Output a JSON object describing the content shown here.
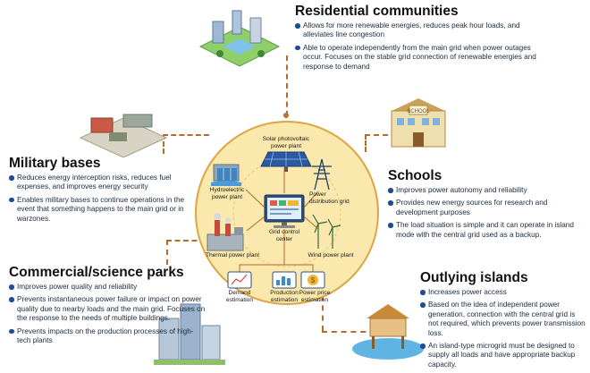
{
  "residential": {
    "title": "Residential communities",
    "bullets": [
      "Allows for more renewable energies, reduces peak hour loads, and alleviates line congestion",
      "Able to operate independently from the main grid when power outages occur. Focuses on the stable grid connection of renewable energies and response to demand"
    ]
  },
  "military": {
    "title": "Military bases",
    "bullets": [
      "Reduces energy interception risks, reduces fuel expenses, and improves energy security",
      "Enables military bases to continue operations in the event that something happens to the main grid or in warzones."
    ]
  },
  "schools": {
    "title": "Schools",
    "bullets": [
      "Improves power autonomy and reliability",
      "Provides new energy sources for research and development purposes",
      "The load situation is simple and it can operate in island mode with the central grid used as a backup."
    ]
  },
  "commercial": {
    "title": "Commercial/science parks",
    "bullets": [
      "Improves power quality and reliability",
      "Prevents instantaneous power failure or impact on power quality due to nearby loads and the main grid. Focuses on the response to the needs of multiple buildings.",
      "Prevents impacts on the production processes of high-tech plants"
    ]
  },
  "islands": {
    "title": "Outlying islands",
    "bullets": [
      "Increases power access",
      "Based on the idea of independent power generation, connection with the central grid is not required, which prevents power transmission loss.",
      "An island-type microgrid must be designed to supply all loads and have appropriate backup capacity."
    ]
  },
  "hub": {
    "solar": "Solar photovoltaic power plant",
    "hydro": "Hydroelectric power plant",
    "distribution": "Power distribution grid",
    "control": "Grid control center",
    "thermal": "Thermal power plant",
    "wind": "Wind power plant",
    "demand": "Demand estimation",
    "production": "Production estimation",
    "price": "Power price estimation"
  },
  "colors": {
    "hub_fill": "#fbe7a8",
    "hub_border": "#d9a441",
    "connector": "#b86a2a",
    "bullet": "#1f4d8f"
  }
}
